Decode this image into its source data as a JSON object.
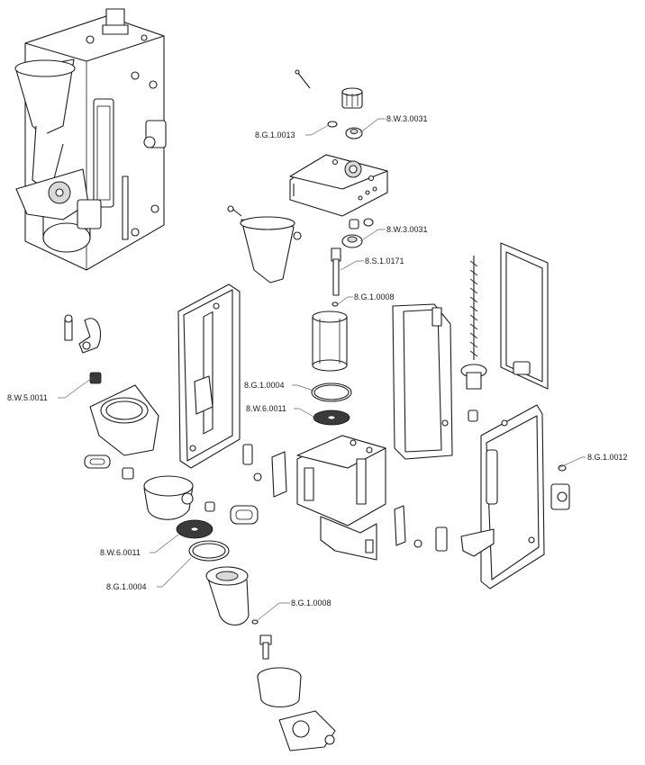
{
  "labels": {
    "a": "8.W.3.0031",
    "b": "8.G.1.0013",
    "c": "8.W.3.0031",
    "d": "8.S.1.0171",
    "e": "8.G.1.0008",
    "f": "8.G.1.0004",
    "g": "8.W.6.0011",
    "h": "8.W.5.0011",
    "i": "8.G.1.0012",
    "j": "8.W.6.0011",
    "k": "8.G.1.0004",
    "l": "8.G.1.0008"
  },
  "colors": {
    "line": "#1c1c1c",
    "leader": "#6a6a6a",
    "shade": "#d9d9d9",
    "dark": "#3a3a3a"
  }
}
